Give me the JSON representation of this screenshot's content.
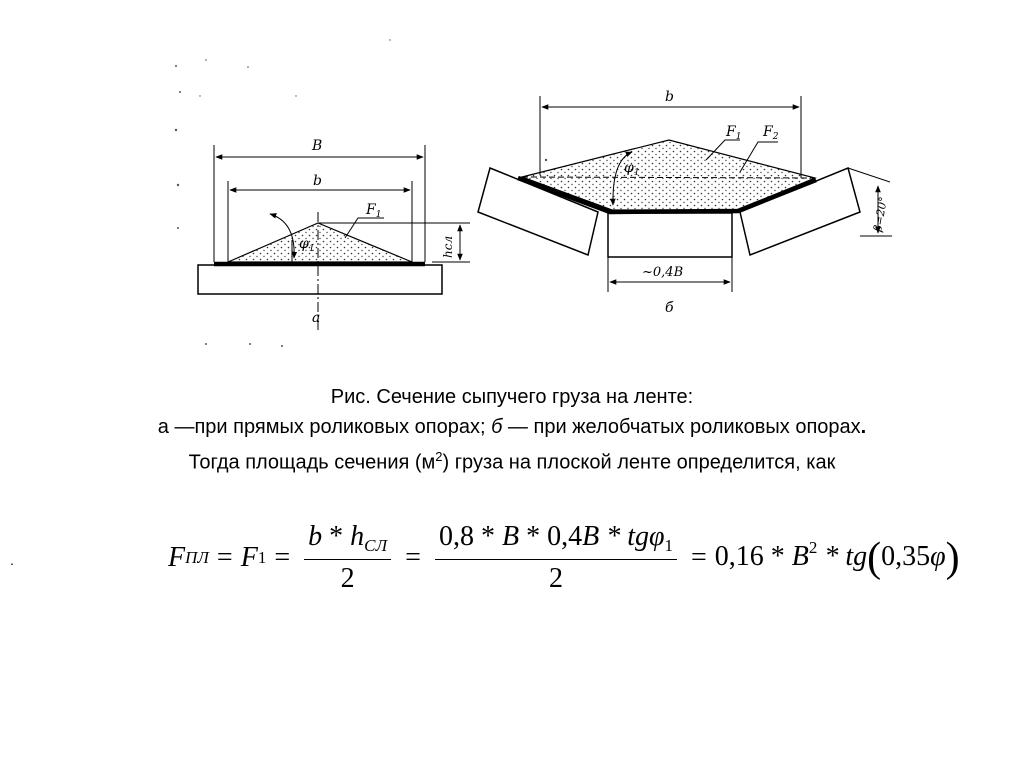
{
  "diagram": {
    "flat": {
      "label_B": "В",
      "label_b": "b",
      "label_F1": "F",
      "label_F1_sub": "1",
      "label_phi": "φ",
      "label_phi_sub": "1",
      "label_h": "hсл",
      "label_view": "а"
    },
    "troughed": {
      "label_b": "b",
      "label_F1": "F",
      "label_F1_sub": "1",
      "label_F2": "F",
      "label_F2_sub": "2",
      "label_phi": "φ",
      "label_phi_sub": "1",
      "label_beta": "β=20°",
      "label_04B": "~0,4В",
      "label_view": "б"
    }
  },
  "caption": {
    "line1": "Рис.  Сечение сыпучего груза на ленте:",
    "line2_a": "а —при прямых роликовых опорах; ",
    "line2_b_italic": "б",
    "line2_rest": " — при желобчатых роликовых опорах",
    "line2_end": ".",
    "line3_pre": "Тогда площадь сечения (м",
    "line3_sup": "2",
    "line3_post": ") груза на плоской ленте определится, как"
  },
  "formula": {
    "F": "F",
    "sub_pl": "ПЛ",
    "eq": "=",
    "F1": "F",
    "sub_1": "1",
    "frac1_num_b": "b",
    "frac1_num_star": " * ",
    "frac1_num_h": "h",
    "frac1_num_sub": "СЛ",
    "frac1_den": "2",
    "frac2_num_pre": "0,8 * ",
    "frac2_num_B1": "B",
    "frac2_num_mid": " * 0,4",
    "frac2_num_B2": "B",
    "frac2_num_tg": " * tg",
    "frac2_num_phi": "φ",
    "frac2_num_sub": "1",
    "frac2_den": "2",
    "rhs_pre": "0,16 * ",
    "rhs_B": "B",
    "rhs_sup": "2",
    "rhs_tg": " * tg",
    "rhs_lp": "(",
    "rhs_arg": "0,35",
    "rhs_phi": "φ",
    "rhs_rp": ")"
  },
  "misc": {
    "stray_dot": "."
  }
}
